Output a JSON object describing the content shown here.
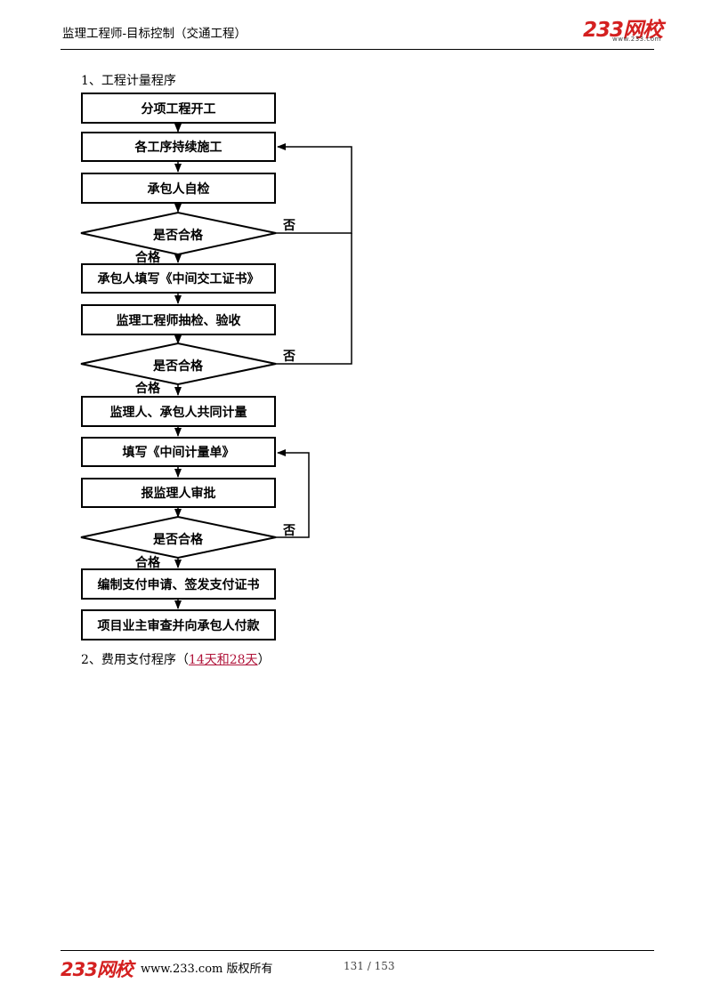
{
  "header": {
    "title": "监理工程师-目标控制（交通工程）",
    "logo_text": "233网校",
    "logo_url": "www.233.com"
  },
  "section1": {
    "title": "1、工程计量程序"
  },
  "flowchart": {
    "nodes": [
      {
        "id": "n1",
        "label": "分项工程开工"
      },
      {
        "id": "n2",
        "label": "各工序持续施工"
      },
      {
        "id": "n3",
        "label": "承包人自检"
      },
      {
        "id": "d1",
        "label": "是否合格"
      },
      {
        "id": "n4",
        "label": "承包人填写《中间交工证书》"
      },
      {
        "id": "n5",
        "label": "监理工程师抽检、验收"
      },
      {
        "id": "d2",
        "label": "是否合格"
      },
      {
        "id": "n6",
        "label": "监理人、承包人共同计量"
      },
      {
        "id": "n7",
        "label": "填写《中间计量单》"
      },
      {
        "id": "n8",
        "label": "报监理人审批"
      },
      {
        "id": "d3",
        "label": "是否合格"
      },
      {
        "id": "n9",
        "label": "编制支付申请、签发支付证书"
      },
      {
        "id": "n10",
        "label": "项目业主审查并向承包人付款"
      }
    ],
    "edge_labels": {
      "pass": "合格",
      "fail": "否"
    }
  },
  "section2": {
    "prefix": "2、费用支付程序（",
    "link_text": "14天和28天",
    "suffix": "）"
  },
  "footer": {
    "logo_text": "233网校",
    "copyright": "www.233.com 版权所有",
    "page": "131 / 153"
  }
}
